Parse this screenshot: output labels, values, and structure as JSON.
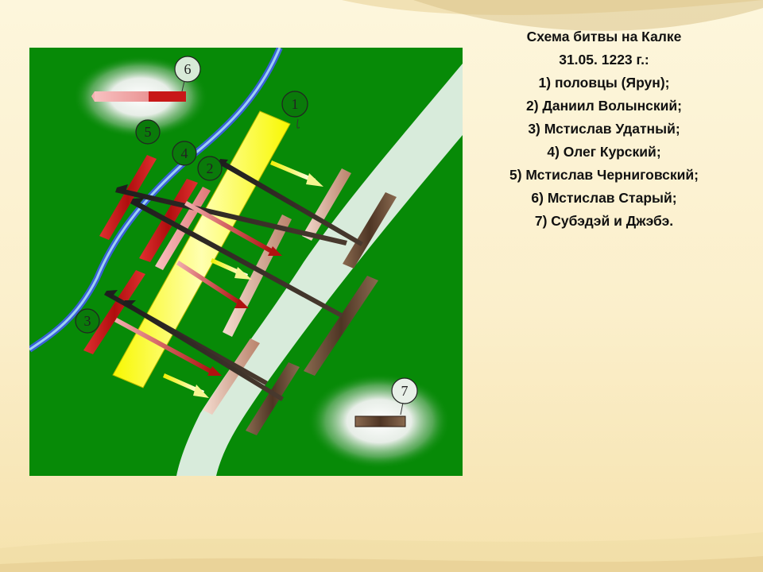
{
  "legend": {
    "title_line1": "Схема битвы на Калке",
    "title_line2": "31.05. 1223 г.:",
    "items": [
      "1) половцы (Ярун);",
      "2) Даниил Волынский;",
      "3) Мстислав Удатный;",
      "4) Олег Курский;",
      "5) Мстислав Черниговский;",
      "6) Мстислав Старый;",
      "7) Субэдэй и Джэбэ."
    ]
  },
  "markers": [
    "1",
    "2",
    "3",
    "4",
    "5",
    "6",
    "7"
  ],
  "colors": {
    "field": "#078a07",
    "river": "#2a4fd0",
    "polovtsy": "#f5f500",
    "rus_red": "#c81818",
    "rus_pink": "#f0a0a0",
    "mongol_light": "#e9c2b0",
    "mongol_dark": "#5a4030"
  }
}
